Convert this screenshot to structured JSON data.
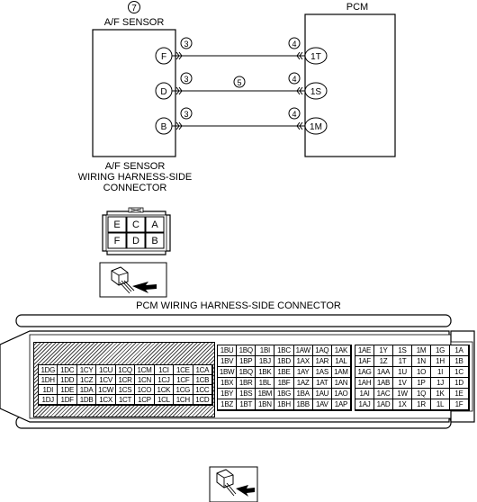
{
  "wiring": {
    "callout_sensor": "7",
    "sensor_label": "A/F SENSOR",
    "pcm_label": "PCM",
    "connections": [
      {
        "sensor_pin": "F",
        "pcm_pin": "1T",
        "left_callout": "3",
        "right_callout": "4",
        "mid_callout": ""
      },
      {
        "sensor_pin": "D",
        "pcm_pin": "1S",
        "left_callout": "3",
        "right_callout": "4",
        "mid_callout": "5"
      },
      {
        "sensor_pin": "B",
        "pcm_pin": "1M",
        "left_callout": "3",
        "right_callout": "4",
        "mid_callout": ""
      }
    ]
  },
  "af_connector": {
    "title_lines": [
      "A/F SENSOR",
      "WIRING HARNESS-SIDE",
      "CONNECTOR"
    ],
    "pins": [
      [
        "E",
        "C",
        "A"
      ],
      [
        "F",
        "D",
        "B"
      ]
    ]
  },
  "pcm_connector": {
    "title": "PCM WIRING HARNESS-SIDE CONNECTOR",
    "left_block": [
      [
        "1DG",
        "1DC",
        "1CY",
        "1CU",
        "1CQ",
        "1CM",
        "1CI",
        "1CE",
        "1CA"
      ],
      [
        "1DH",
        "1DD",
        "1CZ",
        "1CV",
        "1CR",
        "1CN",
        "1CJ",
        "1CF",
        "1CB"
      ],
      [
        "1DI",
        "1DE",
        "1DA",
        "1CW",
        "1CS",
        "1CO",
        "1CK",
        "1CG",
        "1CC"
      ],
      [
        "1DJ",
        "1DF",
        "1DB",
        "1CX",
        "1CT",
        "1CP",
        "1CL",
        "1CH",
        "1CD"
      ]
    ],
    "middle_block": [
      [
        "1BU",
        "1BQ",
        "1BI",
        "1BC",
        "1AW",
        "1AQ",
        "1AK"
      ],
      [
        "1BV",
        "1BP",
        "1BJ",
        "1BD",
        "1AX",
        "1AR",
        "1AL"
      ],
      [
        "1BW",
        "1BQ",
        "1BK",
        "1BE",
        "1AY",
        "1AS",
        "1AM"
      ],
      [
        "1BX",
        "1BR",
        "1BL",
        "1BF",
        "1AZ",
        "1AT",
        "1AN"
      ],
      [
        "1BY",
        "1BS",
        "1BM",
        "1BG",
        "1BA",
        "1AU",
        "1AO"
      ],
      [
        "1BZ",
        "1BT",
        "1BN",
        "1BH",
        "1BB",
        "1AV",
        "1AP"
      ]
    ],
    "right_block": [
      [
        "1AE",
        "1Y",
        "1S",
        "1M",
        "1G",
        "1A"
      ],
      [
        "1AF",
        "1Z",
        "1T",
        "1N",
        "1H",
        "1B"
      ],
      [
        "1AG",
        "1AA",
        "1U",
        "1O",
        "1I",
        "1C"
      ],
      [
        "1AH",
        "1AB",
        "1V",
        "1P",
        "1J",
        "1D"
      ],
      [
        "1AI",
        "1AC",
        "1W",
        "1Q",
        "1K",
        "1E"
      ],
      [
        "1AJ",
        "1AD",
        "1X",
        "1R",
        "1L",
        "1F"
      ]
    ]
  }
}
